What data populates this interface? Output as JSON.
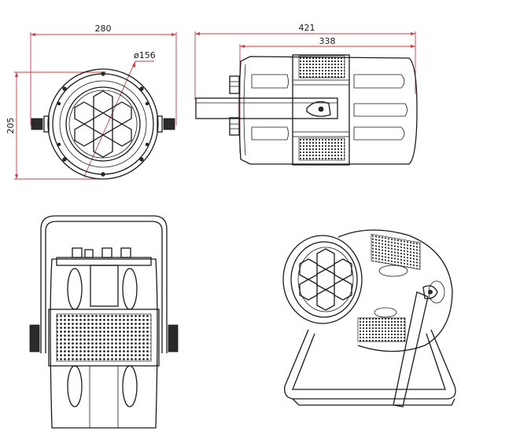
{
  "dimensions": {
    "front_width": "280",
    "front_height": "205",
    "lens_diameter": "ø156",
    "side_total_length": "421",
    "side_body_length": "338"
  },
  "colors": {
    "dimension_line": "#d9363e",
    "outline": "#1a1a1a"
  }
}
